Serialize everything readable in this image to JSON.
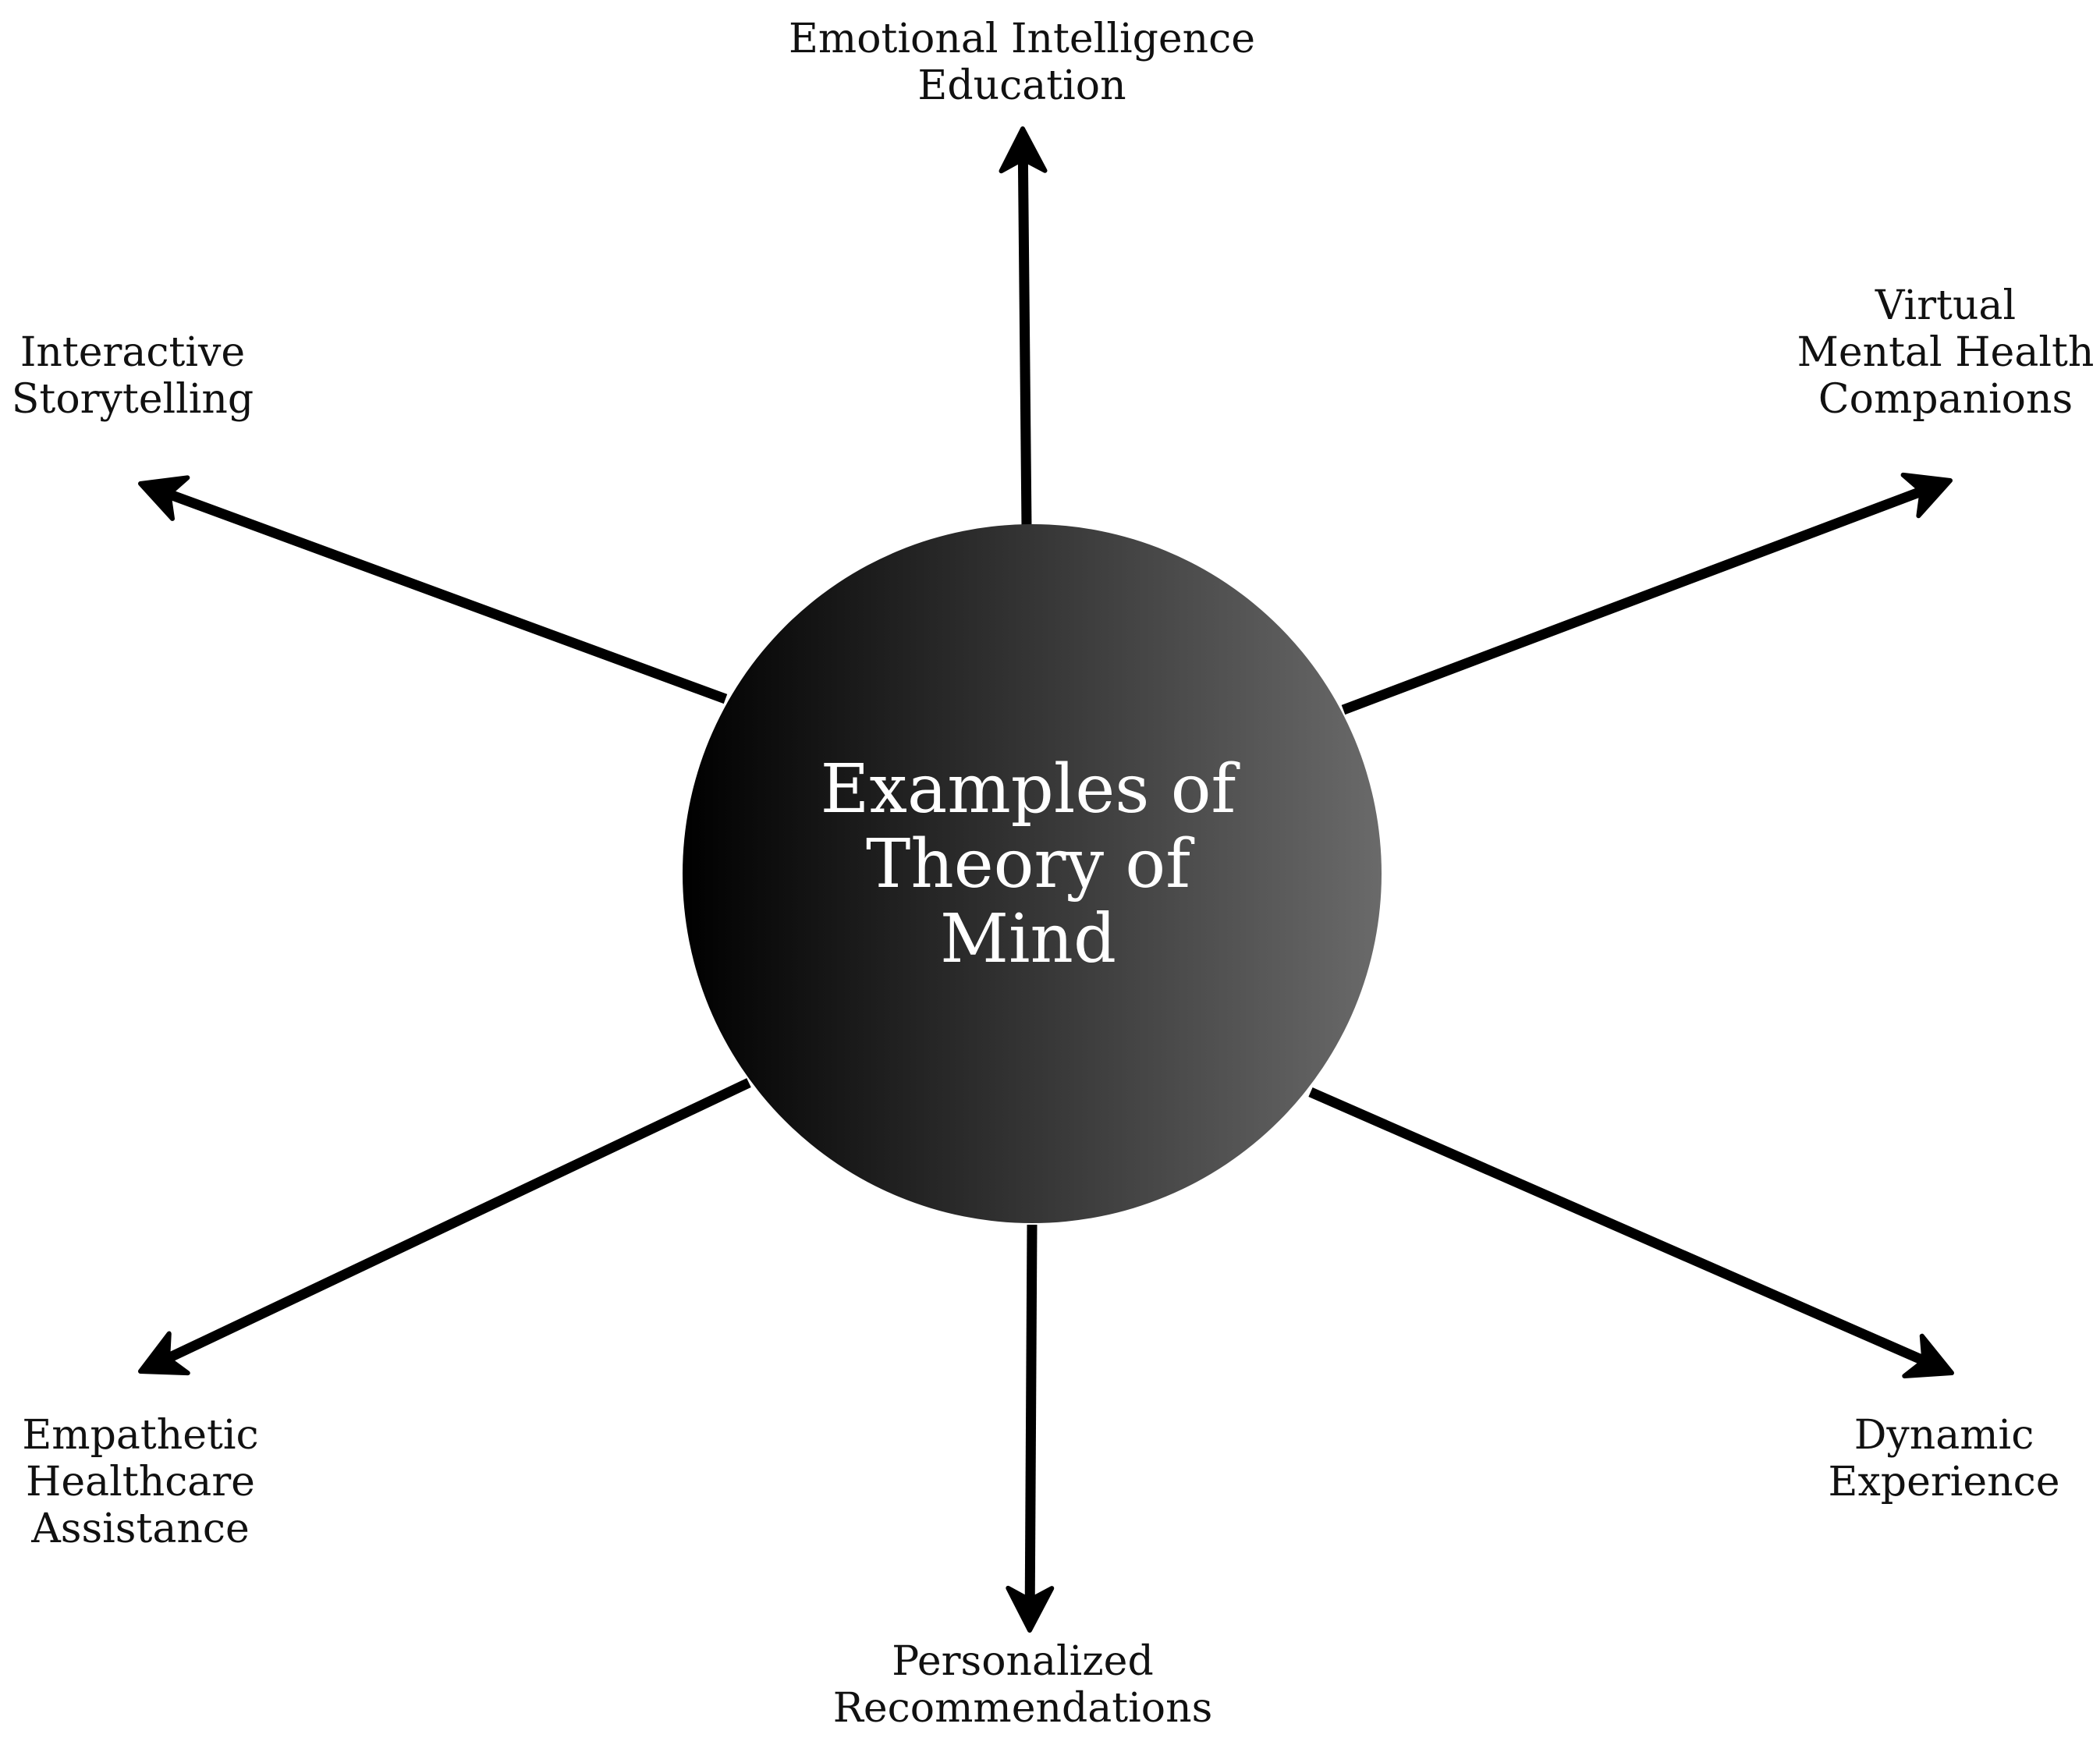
{
  "center": {
    "lines": [
      "Examples of",
      "Theory of",
      "Mind"
    ],
    "gradient_start": "#000000",
    "gradient_end": "#6a6a6a"
  },
  "branches": [
    {
      "id": "emotional-intelligence-education",
      "lines": [
        "Emotional Intelligence",
        "Education"
      ]
    },
    {
      "id": "virtual-mental-health-companions",
      "lines": [
        "Virtual",
        "Mental Health",
        "Companions"
      ]
    },
    {
      "id": "dynamic-experience",
      "lines": [
        "Dynamic",
        "Experience"
      ]
    },
    {
      "id": "personalized-recommendations",
      "lines": [
        "Personalized",
        "Recommendations"
      ]
    },
    {
      "id": "empathetic-healthcare-assistance",
      "lines": [
        "Empathetic",
        "Healthcare",
        "Assistance"
      ]
    },
    {
      "id": "interactive-storytelling",
      "lines": [
        "Interactive",
        "Storytelling"
      ]
    }
  ],
  "colors": {
    "arrow": "#000000",
    "label_text": "#111111",
    "center_text": "#ffffff",
    "background": "#ffffff"
  }
}
